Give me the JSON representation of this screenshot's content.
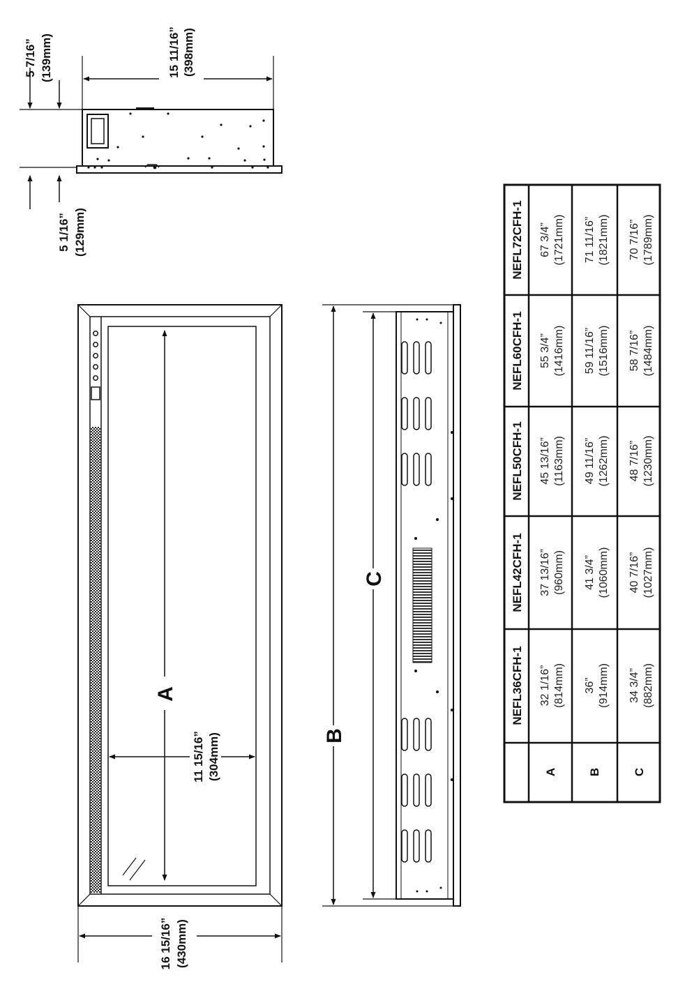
{
  "dimensions": {
    "top_depth": {
      "imperial": "5 7/16”",
      "metric": "(139mm)"
    },
    "side_width": {
      "imperial": "15 11/16”",
      "metric": "(398mm)"
    },
    "bottom_depth": {
      "imperial": "5 1/16”",
      "metric": "(129mm)"
    },
    "glass_height": {
      "imperial": "11 15/16”",
      "metric": "(304mm)"
    },
    "overall_height": {
      "imperial": "16 15/16”",
      "metric": "(430mm)"
    },
    "letter_a": "A",
    "letter_b": "B",
    "letter_c": "C"
  },
  "table": {
    "models": [
      "NEFL36CFH-1",
      "NEFL42CFH-1",
      "NEFL50CFH-1",
      "NEFL60CFH-1",
      "NEFL72CFH-1"
    ],
    "rows": [
      {
        "label": "A",
        "values": [
          [
            "32 1/16”",
            "(814mm)"
          ],
          [
            "37 13/16”",
            "(960mm)"
          ],
          [
            "45 13/16”",
            "(1163mm)"
          ],
          [
            "55 3/4”",
            "(1416mm)"
          ],
          [
            "67 3/4”",
            "(1721mm)"
          ]
        ]
      },
      {
        "label": "B",
        "values": [
          [
            "36”",
            "(914mm)"
          ],
          [
            "41 3/4”",
            "(1060mm)"
          ],
          [
            "49 11/16”",
            "(1262mm)"
          ],
          [
            "59 11/16”",
            "(1516mm)"
          ],
          [
            "71 11/16”",
            "(1821mm)"
          ]
        ]
      },
      {
        "label": "C",
        "values": [
          [
            "34 3/4”",
            "(882mm)"
          ],
          [
            "40 7/16”",
            "(1027mm)"
          ],
          [
            "48 7/16”",
            "(1230mm)"
          ],
          [
            "58 7/16”",
            "(1484mm)"
          ],
          [
            "70 7/16”",
            "(1789mm)"
          ]
        ]
      }
    ]
  }
}
